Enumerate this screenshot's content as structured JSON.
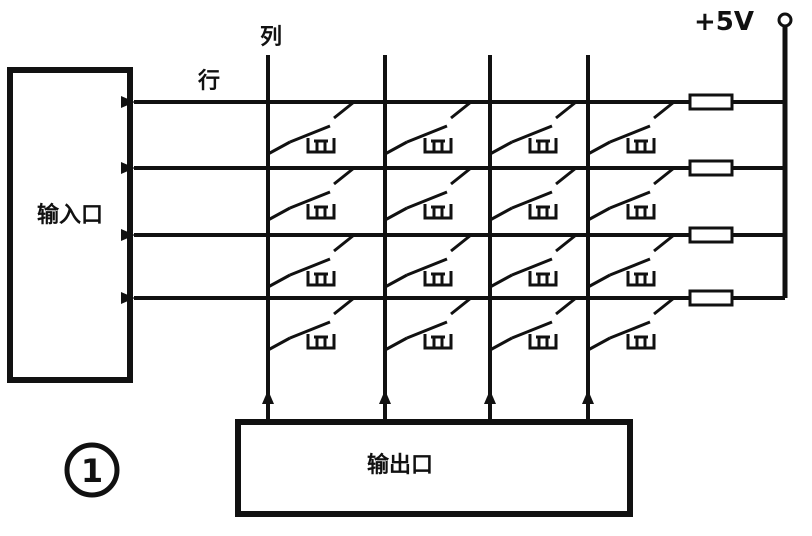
{
  "labels": {
    "input_port": "输入口",
    "output_port": "输出口",
    "row": "行",
    "column": "列",
    "supply": "+5V",
    "figure_number": "1"
  },
  "matrix": {
    "rows": 4,
    "columns": 4
  },
  "colors": {
    "ink": "#111111",
    "background": "#ffffff"
  }
}
